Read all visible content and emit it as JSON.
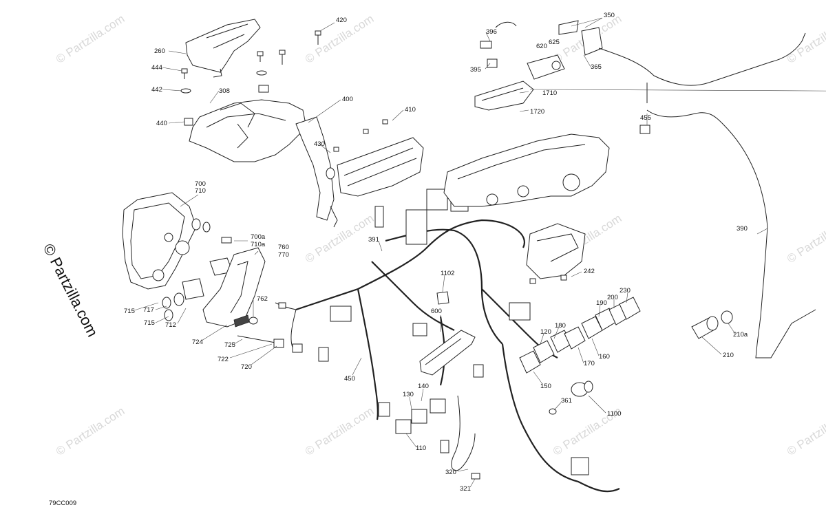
{
  "watermark": {
    "text": "© Partzilla.com",
    "side_text": "© Partzilla.com"
  },
  "diagram_code": "79CC009",
  "callouts": {
    "c420": "420",
    "c350": "350",
    "c396": "396",
    "c620": "620",
    "c625": "625",
    "c260": "260",
    "c444": "444",
    "c442": "442",
    "c308": "308",
    "c440": "440",
    "c400": "400",
    "c410": "410",
    "c430": "430",
    "c395": "395",
    "c365": "365",
    "c1710": "1710",
    "c1720": "1720",
    "c455": "455",
    "c700": "700",
    "c710": "710",
    "c700a": "700a",
    "c710a": "710a",
    "c760": "760",
    "c770": "770",
    "c391": "391",
    "c390": "390",
    "c242": "242",
    "c1102": "1102",
    "c762": "762",
    "c715a": "715",
    "c717": "717",
    "c715b": "715",
    "c712": "712",
    "c724": "724",
    "c725": "725",
    "c722": "722",
    "c720": "720",
    "c600": "600",
    "c230": "230",
    "c200": "200",
    "c190": "190",
    "c180": "180",
    "c120": "120",
    "c160": "160",
    "c170": "170",
    "c150": "150",
    "c210a": "210a",
    "c210": "210",
    "c450": "450",
    "c140": "140",
    "c130": "130",
    "c361": "361",
    "c1100": "1100",
    "c110": "110",
    "c320": "320",
    "c321": "321"
  }
}
